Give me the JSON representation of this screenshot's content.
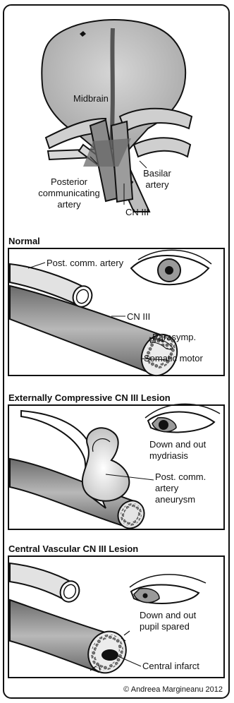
{
  "anatomy": {
    "midbrain_label": "Midbrain",
    "basilar_label_line1": "Basilar",
    "basilar_label_line2": "artery",
    "pcom_label_line1": "Posterior",
    "pcom_label_line2": "communicating",
    "pcom_label_line3": "artery",
    "cn3_label": "CN III"
  },
  "normal": {
    "title": "Normal",
    "pcom_label": "Post. comm. artery",
    "cn3_label": "CN III",
    "parasymp_label": "Parasymp.",
    "somatic_label": "Somatic motor"
  },
  "compressive": {
    "title": "Externally Compressive CN III Lesion",
    "sign_line1": "Down and out",
    "sign_line2": "mydriasis",
    "aneurysm_line1": "Post. comm.",
    "aneurysm_line2": "artery",
    "aneurysm_line3": "aneurysm"
  },
  "vascular": {
    "title": "Central Vascular CN III Lesion",
    "sign_line1": "Down and out",
    "sign_line2": "pupil spared",
    "infarct_label": "Central infarct"
  },
  "copyright": "© Andreea Margineanu 2012",
  "colors": {
    "gray_light": "#c8c8c8",
    "gray_mid": "#9a9a9a",
    "gray_dark": "#5a5a5a",
    "stroke": "#111111"
  }
}
